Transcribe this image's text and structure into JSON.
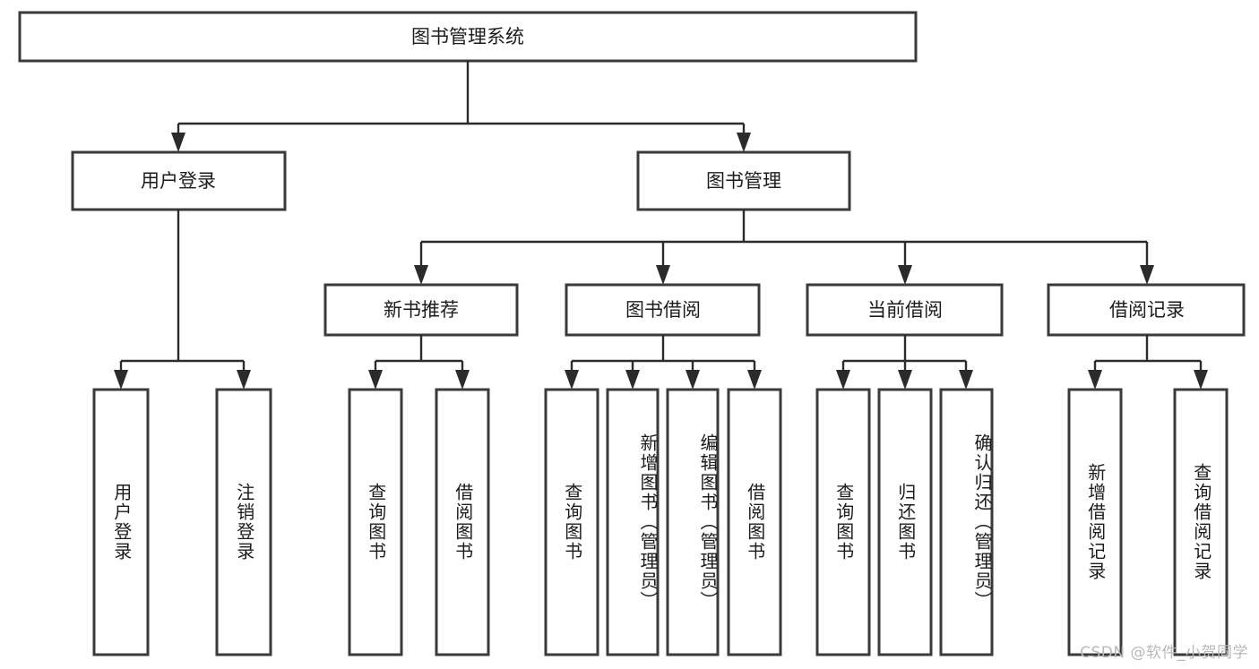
{
  "diagram": {
    "title": "图书管理系统",
    "type": "hierarchy-tree",
    "watermark": "CSDN @软件_小贺同学",
    "colors": {
      "box_stroke": "#3a3a3a",
      "connector": "#2b2b2b",
      "background": "#ffffff",
      "text": "#1c1c1c",
      "watermark": "#b9b9b9"
    },
    "levels": {
      "root": {
        "label": "图书管理系统"
      },
      "level2": [
        {
          "id": "user-login",
          "label": "用户登录"
        },
        {
          "id": "book-manage",
          "label": "图书管理"
        }
      ],
      "level3": [
        {
          "id": "new-book-recommend",
          "label": "新书推荐",
          "parent": "book-manage"
        },
        {
          "id": "book-borrow",
          "label": "图书借阅",
          "parent": "book-manage"
        },
        {
          "id": "current-borrow",
          "label": "当前借阅",
          "parent": "book-manage"
        },
        {
          "id": "borrow-record",
          "label": "借阅记录",
          "parent": "book-manage"
        }
      ],
      "leaves": [
        {
          "id": "leaf-user-login",
          "label": "用户登录",
          "parent": "user-login"
        },
        {
          "id": "leaf-user-logout",
          "label": "注销登录",
          "parent": "user-login"
        },
        {
          "id": "leaf-query-book-1",
          "label": "查询图书",
          "parent": "new-book-recommend"
        },
        {
          "id": "leaf-borrow-book-1",
          "label": "借阅图书",
          "parent": "new-book-recommend"
        },
        {
          "id": "leaf-query-book-2",
          "label": "查询图书",
          "parent": "book-borrow"
        },
        {
          "id": "leaf-add-book",
          "label": "新增图书（管理员）",
          "parent": "book-borrow"
        },
        {
          "id": "leaf-edit-book",
          "label": "编辑图书（管理员）",
          "parent": "book-borrow"
        },
        {
          "id": "leaf-borrow-book-2",
          "label": "借阅图书",
          "parent": "book-borrow"
        },
        {
          "id": "leaf-query-book-3",
          "label": "查询图书",
          "parent": "current-borrow"
        },
        {
          "id": "leaf-return-book",
          "label": "归还图书",
          "parent": "current-borrow"
        },
        {
          "id": "leaf-confirm-return",
          "label": "确认归还（管理员）",
          "parent": "current-borrow"
        },
        {
          "id": "leaf-add-record",
          "label": "新增借阅记录",
          "parent": "borrow-record"
        },
        {
          "id": "leaf-query-record",
          "label": "查询借阅记录",
          "parent": "borrow-record"
        }
      ]
    }
  }
}
